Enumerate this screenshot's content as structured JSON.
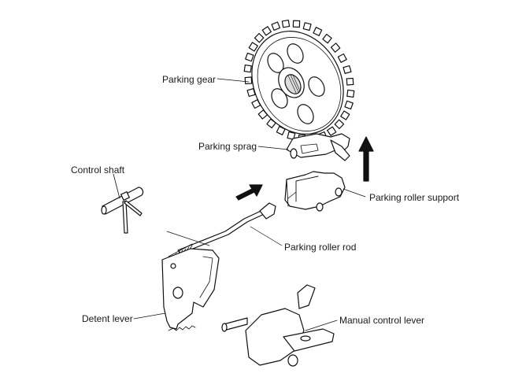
{
  "diagram": {
    "title": "Parking mechanism",
    "labels": {
      "parking_gear": "Parking gear",
      "parking_sprag": "Parking sprag",
      "control_shaft": "Control shaft",
      "parking_roller_support": "Parking roller support",
      "parking_roller_rod": "Parking roller rod",
      "detent_lever": "Detent lever",
      "manual_control_lever": "Manual control lever"
    },
    "arrows": [
      {
        "name": "rod-motion-arrow",
        "direction": "up-right"
      },
      {
        "name": "support-motion-arrow",
        "direction": "up"
      }
    ]
  }
}
